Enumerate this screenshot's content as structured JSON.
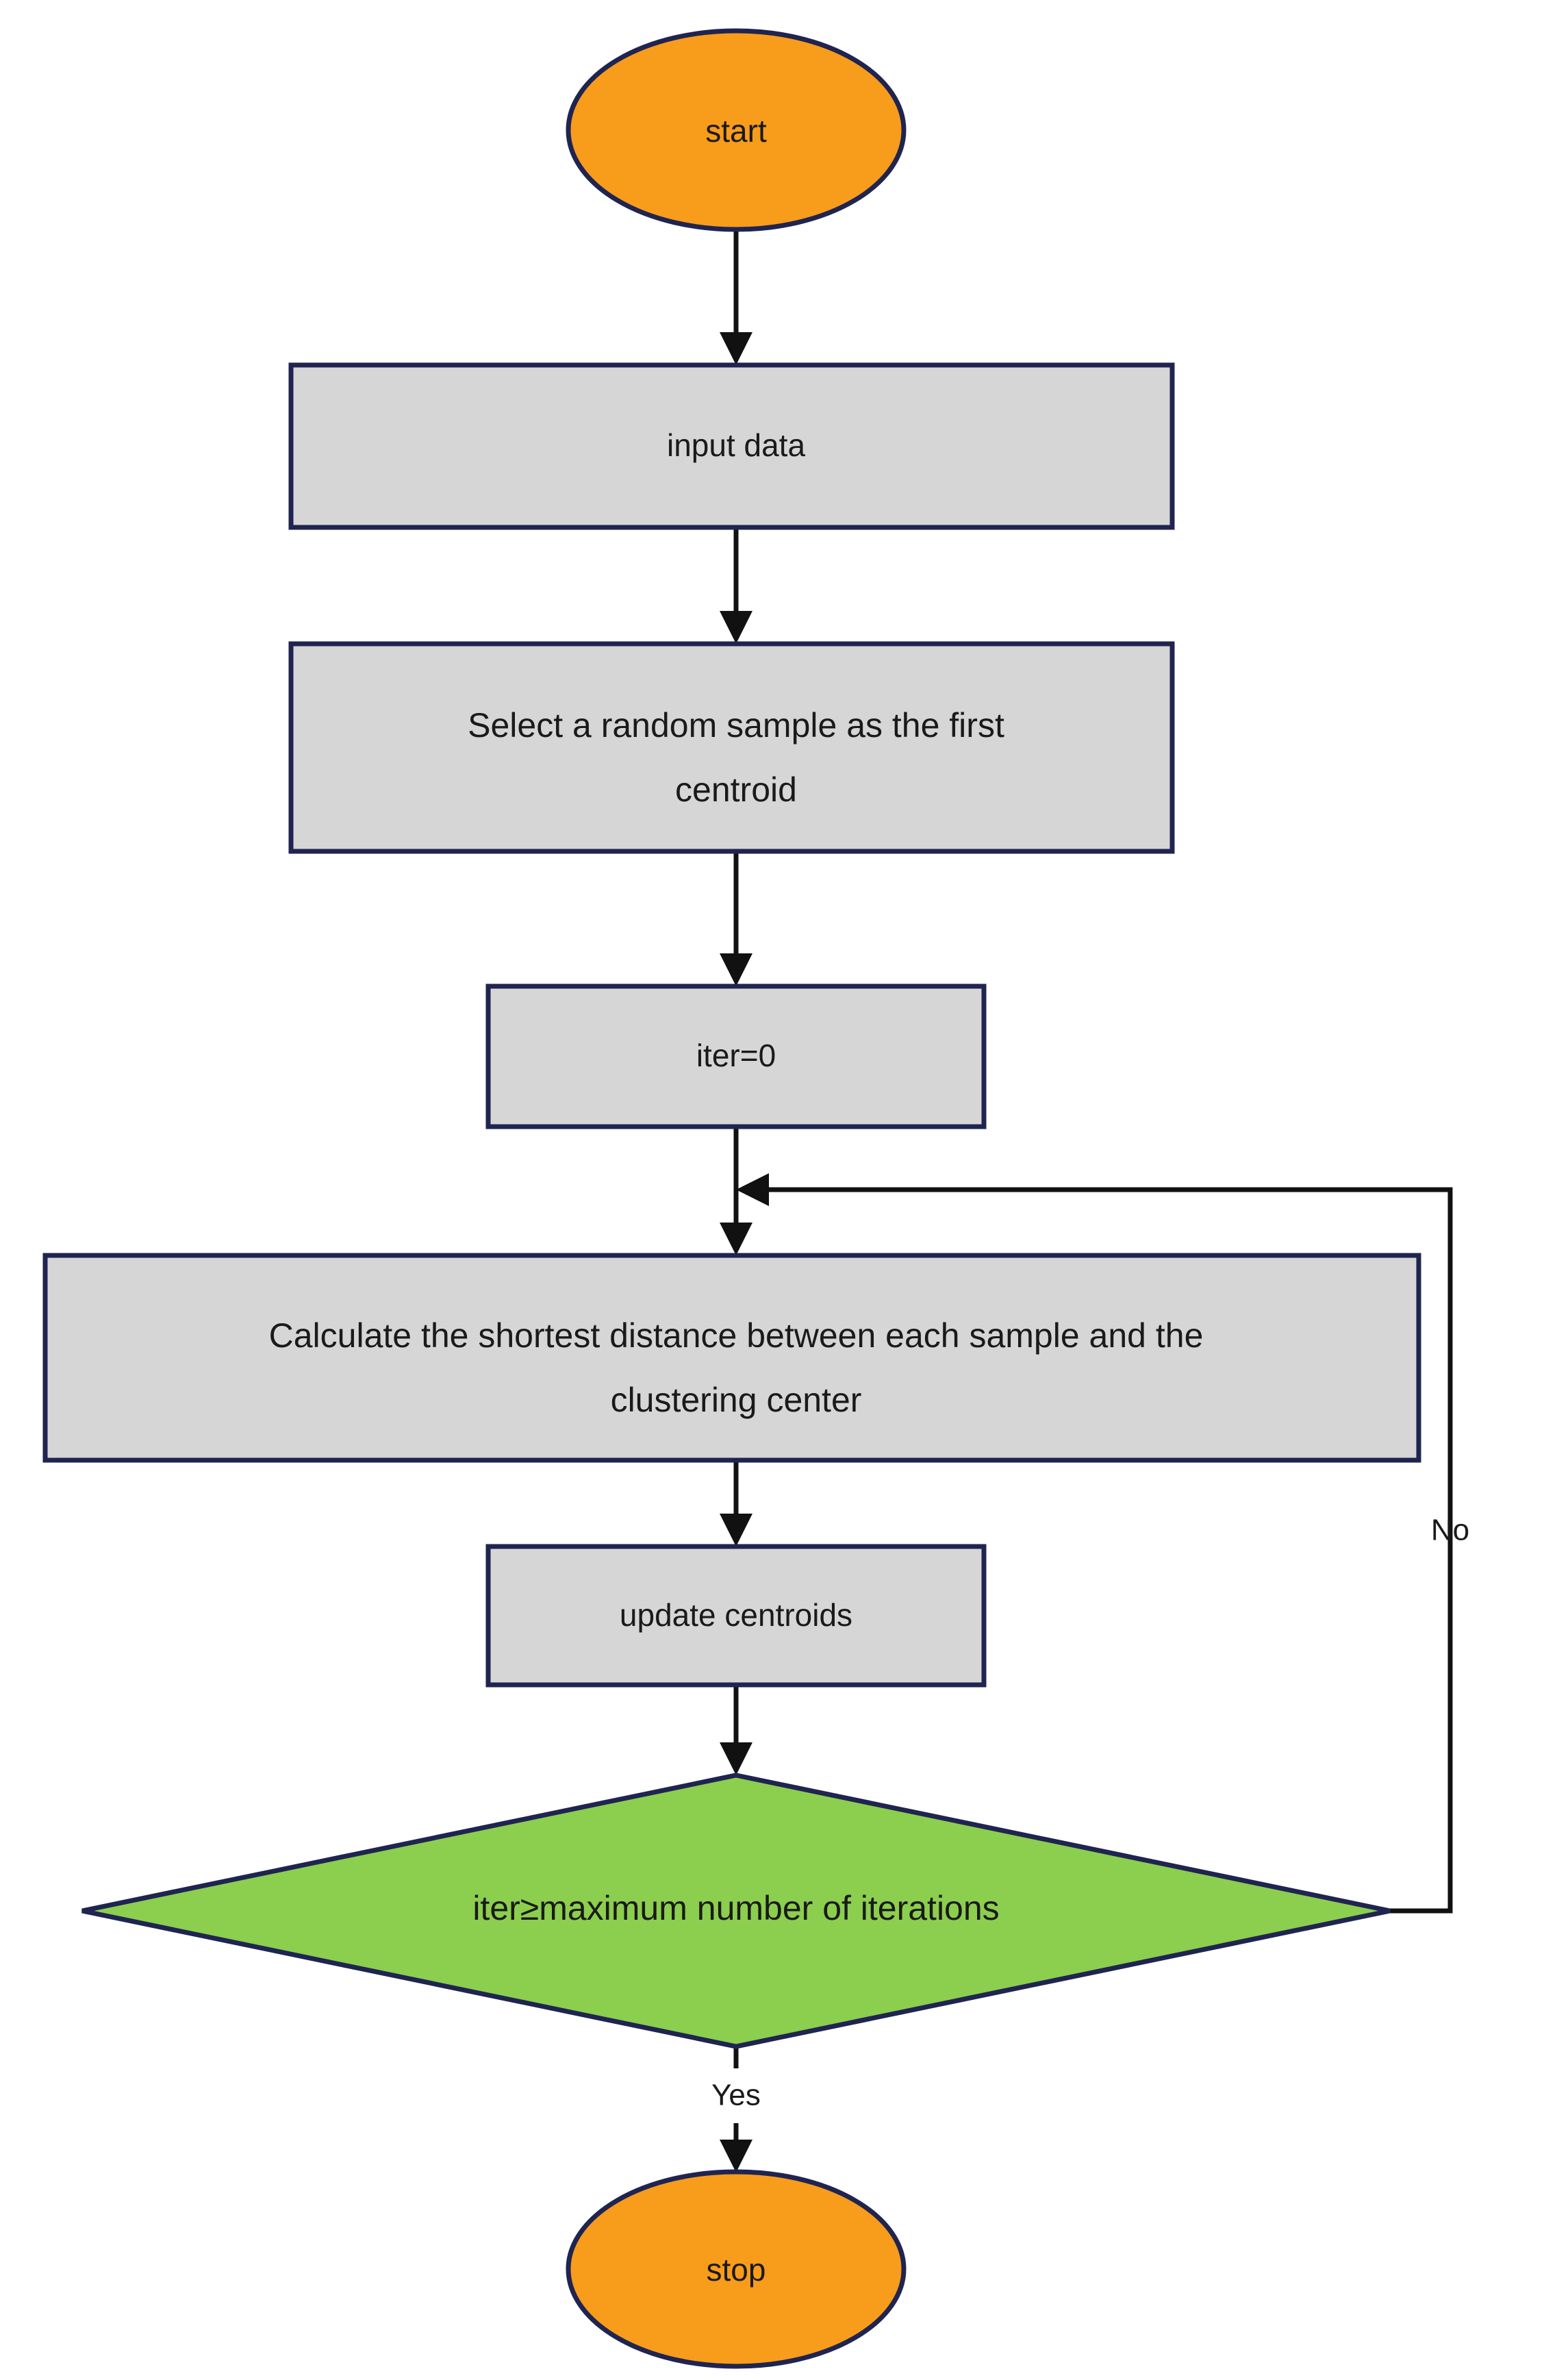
{
  "diagram": {
    "title": "k-means clustering flowchart",
    "background": "#ffffff",
    "colors": {
      "terminator_fill": "#f89c1c",
      "process_fill": "#d6d6d6",
      "decision_fill": "#8cce4e",
      "shape_border": "#1f2450",
      "connector": "#111111",
      "text": "#1a1a1a"
    },
    "nodes": [
      {
        "id": "start",
        "type": "terminator",
        "label": "start"
      },
      {
        "id": "input",
        "type": "process",
        "label": "input data"
      },
      {
        "id": "seed_l1",
        "type": "process",
        "label": "Select a random sample as the first"
      },
      {
        "id": "seed_l2",
        "type": "process",
        "label": "centroid"
      },
      {
        "id": "iter_init",
        "type": "process",
        "label": "iter=0"
      },
      {
        "id": "dist_l1",
        "type": "process",
        "label": "Calculate the shortest distance between each sample and the"
      },
      {
        "id": "dist_l2",
        "type": "process",
        "label": "clustering center"
      },
      {
        "id": "update",
        "type": "process",
        "label": "update centroids"
      },
      {
        "id": "decide",
        "type": "decision",
        "label": "iter≥maximum number of iterations"
      },
      {
        "id": "stop",
        "type": "terminator",
        "label": "stop"
      }
    ],
    "edge_labels": {
      "no": "No",
      "yes": "Yes"
    }
  }
}
